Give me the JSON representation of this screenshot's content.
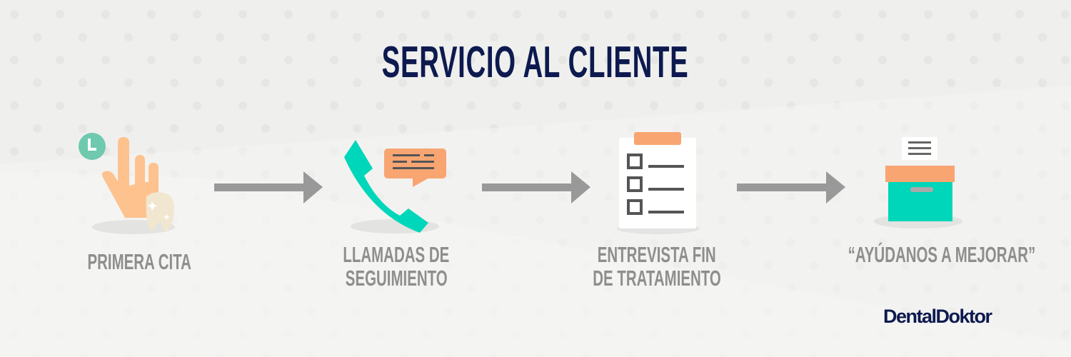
{
  "title": "SERVICIO AL CLIENTE",
  "steps": [
    {
      "label_lines": [
        "PRIMERA CITA"
      ],
      "icon": "hand-tooth-clock-icon"
    },
    {
      "label_lines": [
        "LLAMADAS DE",
        "SEGUIMIENTO"
      ],
      "icon": "phone-chat-icon"
    },
    {
      "label_lines": [
        "ENTREVISTA FIN",
        "DE TRATAMIENTO"
      ],
      "icon": "clipboard-checklist-icon"
    },
    {
      "label_lines": [
        "“AYÚDANOS A MEJORAR”"
      ],
      "icon": "suggestion-box-icon"
    }
  ],
  "brand": "DentalDoktor",
  "colors": {
    "title": "#0d1a4f",
    "label": "#8e8e8e",
    "teal": "#00d6b9",
    "orange": "#f9a572",
    "arrow": "#999999"
  }
}
